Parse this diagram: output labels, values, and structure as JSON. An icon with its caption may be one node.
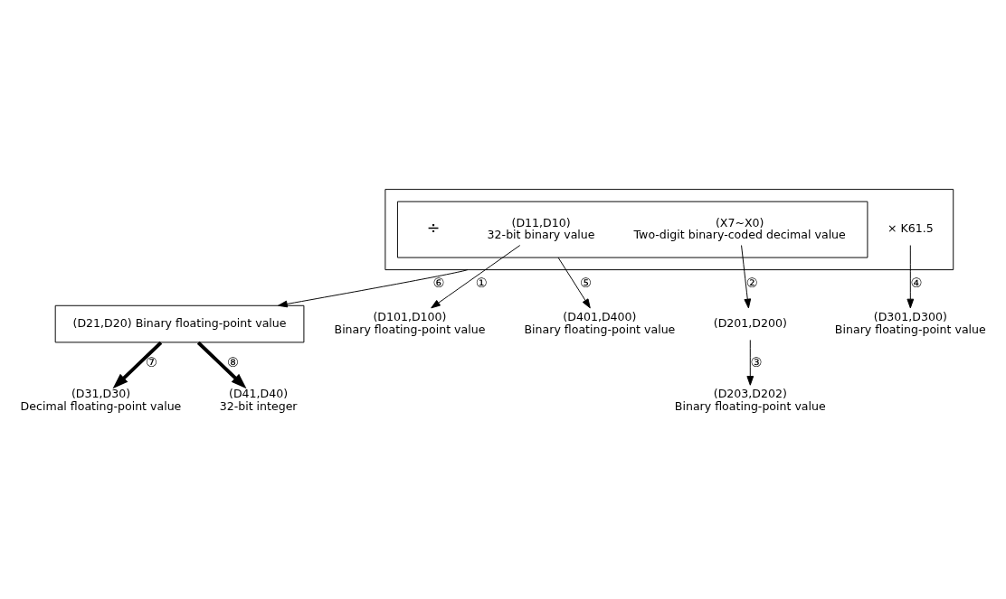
{
  "diagram": {
    "nodes": [
      {
        "text": [],
        "shape": "box"
      },
      {
        "text": [],
        "shape": "box",
        "in": 0
      },
      {
        "text": [
          "(D11,D10)",
          "32-bit binary value"
        ],
        "in": 1
      },
      {
        "text": [
          "(X7~X0)",
          "Two-digit binary-coded decimal value"
        ],
        "in": 1
      },
      {
        "text": [
          "× K61.5"
        ],
        "in": 0
      },
      {
        "text": [
          "(D21,D20) Binary floating-point value"
        ]
      },
      {
        "text": [
          "(D101,D100)",
          "Binary floating-point value"
        ]
      },
      {
        "text": [
          "(D201,D200)"
        ]
      },
      {
        "text": [
          "(D203,D202)",
          "Binary floating-point value"
        ]
      },
      {
        "text": [
          "(D401,D400)",
          "Binary floating-point value"
        ]
      },
      {
        "text": [
          "(D301,D300)",
          "Binary floating-point value"
        ]
      },
      {
        "text": [
          "(D31,D30)",
          "Decimal floating-point value"
        ]
      },
      {
        "text": [
          "(D41,D40)",
          "32-bit integer"
        ]
      }
    ],
    "edges": [
      {
        "from": 2,
        "to": 6,
        "arrow": "to",
        "label": "①"
      },
      {
        "from": 3,
        "to": 7,
        "arrow": "to",
        "label": "②"
      },
      {
        "from": 7,
        "to": 8,
        "arrow": "to",
        "label": "③"
      },
      {
        "from": 4,
        "to": 10,
        "arrow": "to",
        "label": "④"
      },
      {
        "from": 1,
        "to": 9,
        "arrow": "to",
        "label": "⑤"
      },
      {
        "from": 0,
        "to": 5,
        "arrow": "to",
        "label": "⑥"
      },
      {
        "from": 5,
        "to": 11,
        "arrow": "to",
        "label": "⑦",
        "style": "thick"
      },
      {
        "from": 5,
        "to": 12,
        "arrow": "to",
        "label": "⑧",
        "style": "thick"
      }
    ],
    "labels": [
      "÷"
    ]
  }
}
